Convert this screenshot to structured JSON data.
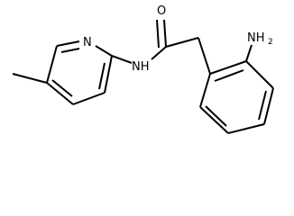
{
  "molecule": {
    "atoms": {
      "oxygen": "O",
      "ring_nitrogen": "N",
      "amide_nh": "NH",
      "amine_n": "NH",
      "amine_sub": "2"
    }
  }
}
